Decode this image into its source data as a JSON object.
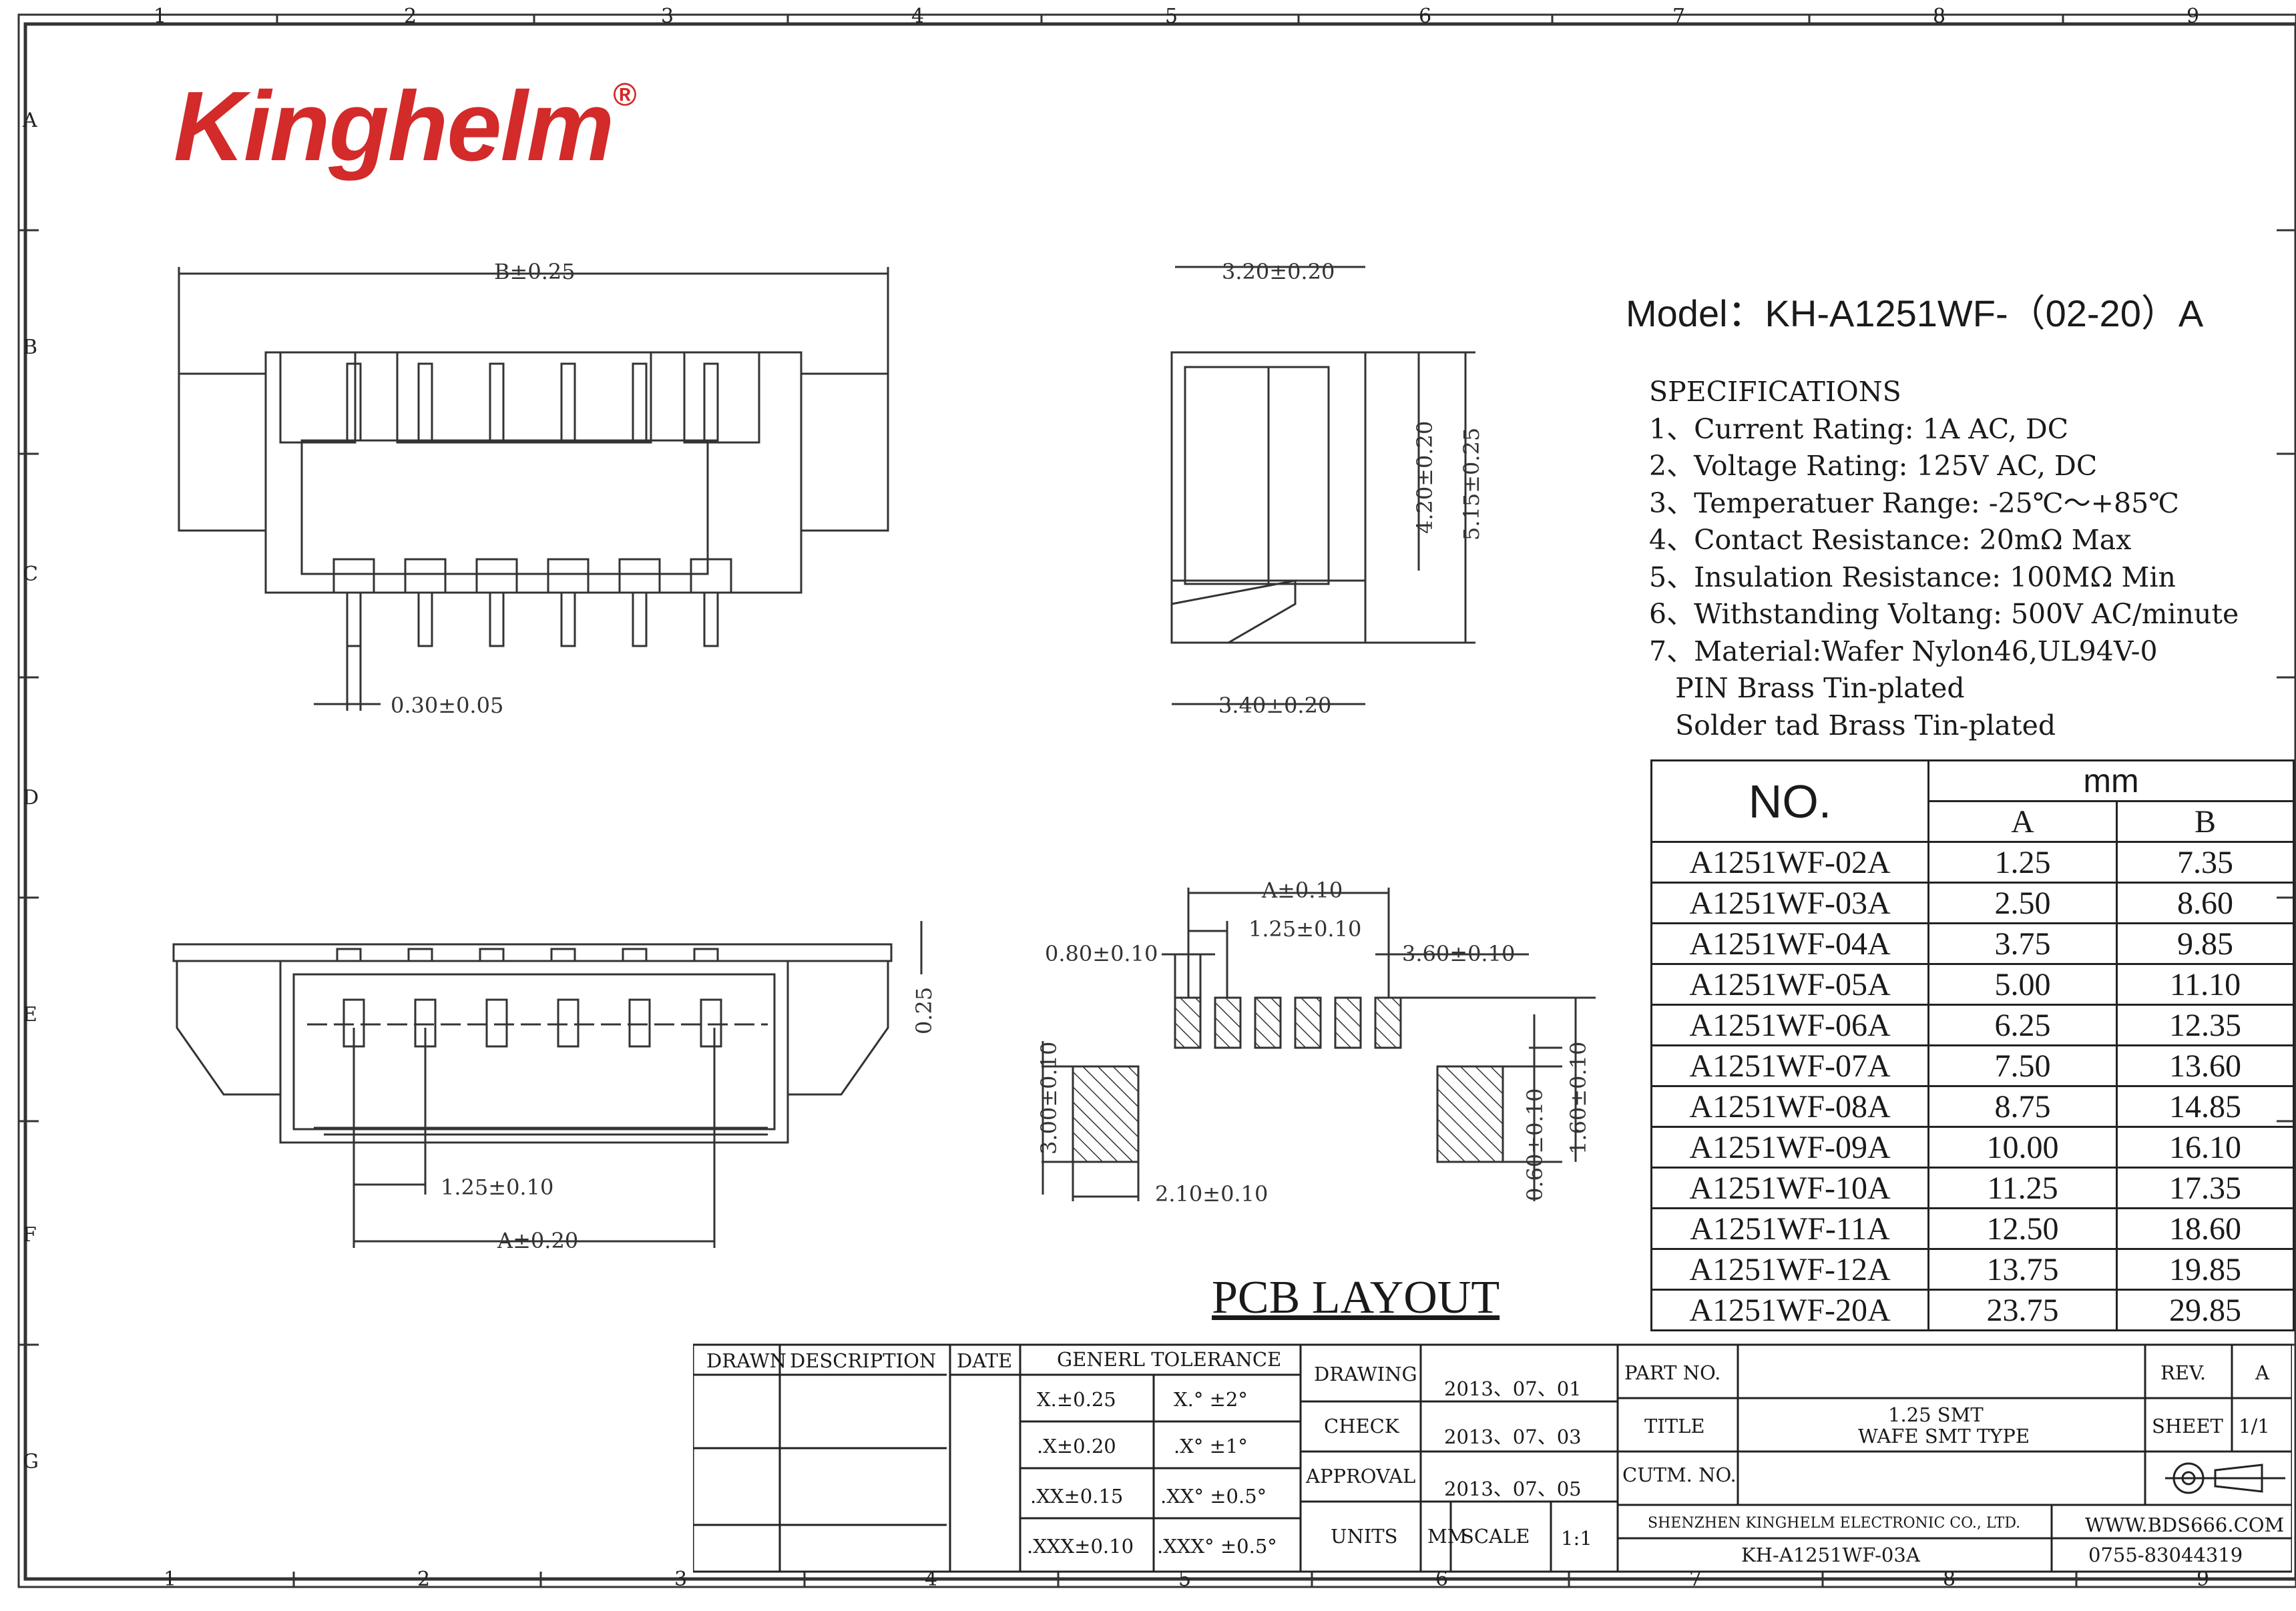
{
  "brand": {
    "name": "Kinghelm",
    "reg": "®"
  },
  "model": "Model：KH-A1251WF-（02-20）A",
  "specs": {
    "heading": "SPECIFICATIONS",
    "items": [
      "1、Current Rating: 1A AC, DC",
      "2、Voltage Rating: 125V AC, DC",
      "3、Temperatuer Range: -25℃～+85℃",
      "4、Contact Resistance: 20mΩ Max",
      "5、Insulation Resistance: 100MΩ Min",
      "6、Withstanding Voltang: 500V AC/minute",
      "7、Material:Wafer Nylon46,UL94V-0",
      "   PIN Brass Tin-plated",
      "   Solder tad Brass Tin-plated"
    ]
  },
  "dims": {
    "b": "B±0.25",
    "w320": "3.20±0.20",
    "h420": "4.20±0.20",
    "h515": "5.15±0.25",
    "p030": "0.30±0.05",
    "w340": "3.40±0.20",
    "a010": "A±0.10",
    "p125_010": "1.25±0.10",
    "p080": "0.80±0.10",
    "p360": "3.60±0.10",
    "v025": "0.25",
    "h300": "3.00±0.10",
    "w210": "2.10±0.10",
    "v060": "0.60±0.10",
    "v160": "1.60±0.10",
    "p125_bottom": "1.25±0.10",
    "a020": "A±0.20"
  },
  "pcb_layout": "PCB LAYOUT",
  "table": {
    "no_header": "NO.",
    "unit": "mm",
    "col_a": "A",
    "col_b": "B",
    "rows": [
      {
        "no": "A1251WF-02A",
        "a": "1.25",
        "b": "7.35"
      },
      {
        "no": "A1251WF-03A",
        "a": "2.50",
        "b": "8.60"
      },
      {
        "no": "A1251WF-04A",
        "a": "3.75",
        "b": "9.85"
      },
      {
        "no": "A1251WF-05A",
        "a": "5.00",
        "b": "11.10"
      },
      {
        "no": "A1251WF-06A",
        "a": "6.25",
        "b": "12.35"
      },
      {
        "no": "A1251WF-07A",
        "a": "7.50",
        "b": "13.60"
      },
      {
        "no": "A1251WF-08A",
        "a": "8.75",
        "b": "14.85"
      },
      {
        "no": "A1251WF-09A",
        "a": "10.00",
        "b": "16.10"
      },
      {
        "no": "A1251WF-10A",
        "a": "11.25",
        "b": "17.35"
      },
      {
        "no": "A1251WF-11A",
        "a": "12.50",
        "b": "18.60"
      },
      {
        "no": "A1251WF-12A",
        "a": "13.75",
        "b": "19.85"
      },
      {
        "no": "A1251WF-20A",
        "a": "23.75",
        "b": "29.85"
      }
    ]
  },
  "title_block": {
    "drawn": "DRAWN",
    "description": "DESCRIPTION",
    "date": "DATE",
    "tolerance": "GENERL TOLERANCE",
    "tol1": "X.±0.25",
    "tol1d": "X.° ±2°",
    "tol2": ".X±0.20",
    "tol2d": ".X° ±1°",
    "tol3": ".XX±0.15",
    "tol3d": ".XX° ±0.5°",
    "tol4": ".XXX±0.10",
    "tol4d": ".XXX° ±0.5°",
    "drawing": "DRAWING",
    "drawing_date": "2013、07、01",
    "check": "CHECK",
    "check_date": "2013、07、03",
    "approval": "APPROVAL",
    "approval_date": "2013、07、05",
    "units": "UNITS",
    "mm": "MM",
    "scale": "SCALE",
    "scale_val": "1:1",
    "part_no": "PART NO.",
    "title": "TITLE",
    "title_l1": "1.25 SMT",
    "title_l2": "WAFE SMT TYPE",
    "cutm_no": "CUTM. NO.",
    "rev": "REV.",
    "rev_val": "A",
    "sheet": "SHEET",
    "sheet_val": "1/1",
    "company": "SHENZHEN KINGHELM ELECTRONIC CO., LTD.",
    "part_code": "KH-A1251WF-03A",
    "website": "WWW.BDS666.COM",
    "phone": "0755-83044319"
  },
  "grid": {
    "top": [
      "1",
      "2",
      "3",
      "4",
      "5",
      "6",
      "7",
      "8",
      "9"
    ],
    "bottom": [
      "1",
      "2",
      "3",
      "4",
      "5",
      "6",
      "7",
      "8",
      "9"
    ],
    "left": [
      "A",
      "B",
      "C",
      "D",
      "E",
      "F",
      "G"
    ]
  }
}
